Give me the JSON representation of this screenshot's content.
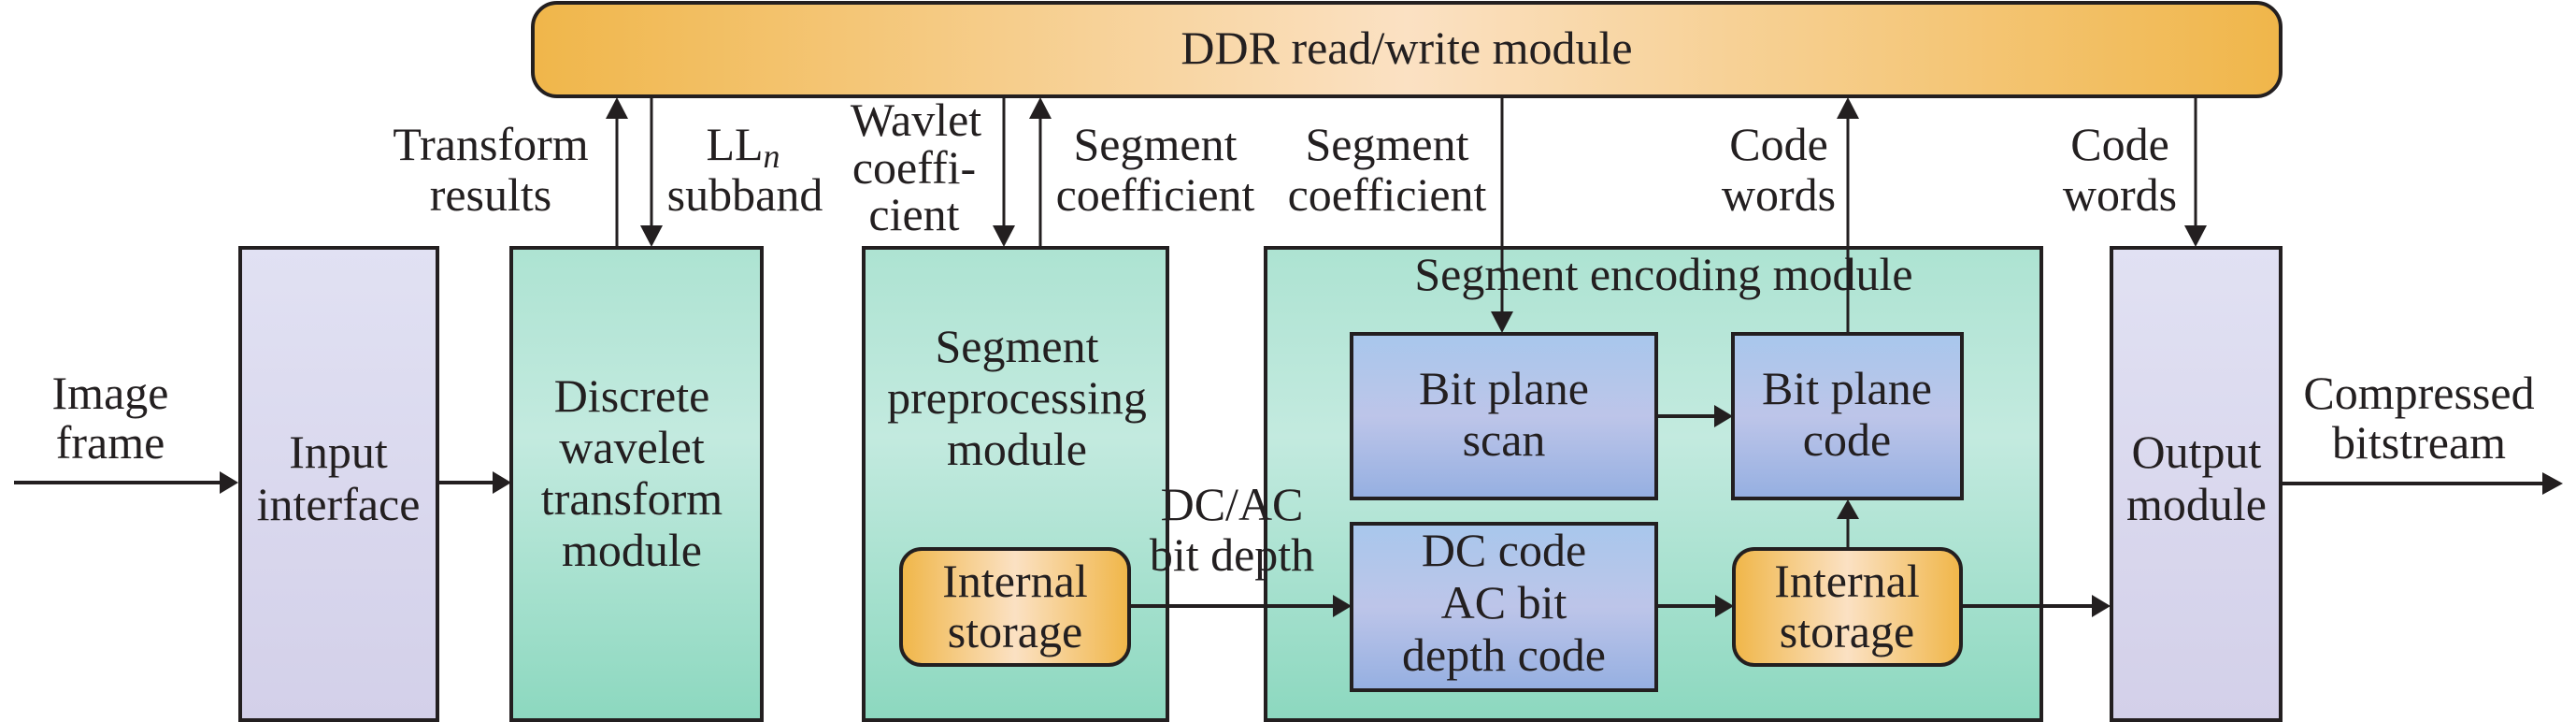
{
  "diagram": {
    "title": "DDR read/write module",
    "colors": {
      "stroke": "#231f20",
      "ddr_edge": "#f0b64a",
      "ddr_center": "#fbe1c3",
      "lavender_top": "#e1e1f3",
      "lavender_bottom": "#d3d0e9",
      "green_top": "#ade3d2",
      "green_mid": "#c3eadf",
      "green_bottom": "#8cd8bf",
      "blue_top": "#a8c7ec",
      "blue_mid": "#bdc5e9",
      "blue_bottom": "#95afe1",
      "storage_edge": "#f0b648",
      "storage_center": "#fbe1c3"
    },
    "modules": {
      "ddr": {
        "label": "DDR read/write module"
      },
      "input": {
        "lines": [
          "Input",
          "interface"
        ]
      },
      "dwt": {
        "lines": [
          "Discrete",
          "wavelet",
          "transform",
          "module"
        ]
      },
      "preproc": {
        "lines": [
          "Segment",
          "preprocessing",
          "module"
        ]
      },
      "preproc_storage": {
        "lines": [
          "Internal",
          "storage"
        ]
      },
      "encoding": {
        "label": "Segment encoding module"
      },
      "bp_scan": {
        "lines": [
          "Bit plane",
          "scan"
        ]
      },
      "bp_code": {
        "lines": [
          "Bit plane",
          "code"
        ]
      },
      "dc_code": {
        "lines": [
          "DC code",
          "AC bit",
          "depth code"
        ]
      },
      "enc_storage": {
        "lines": [
          "Internal",
          "storage"
        ]
      },
      "output": {
        "lines": [
          "Output",
          "module"
        ]
      }
    },
    "signals": {
      "image_frame": [
        "Image",
        "frame"
      ],
      "transform_results": [
        "Transform",
        "results"
      ],
      "lln_subband": {
        "main": "LL",
        "subscript": "n",
        "line2": "subband"
      },
      "wavelet_coefficient": [
        "Wavlet",
        "coeffi-",
        "cient"
      ],
      "segment_coefficient_up": [
        "Segment",
        "coefficient"
      ],
      "segment_coefficient_down": [
        "Segment",
        "coefficient"
      ],
      "code_words_up": [
        "Code",
        "words"
      ],
      "code_words_down": [
        "Code",
        "words"
      ],
      "dc_ac_bit_depth": [
        "DC/AC",
        "bit depth"
      ],
      "compressed_bitstream": [
        "Compressed",
        "bitstream"
      ]
    }
  }
}
